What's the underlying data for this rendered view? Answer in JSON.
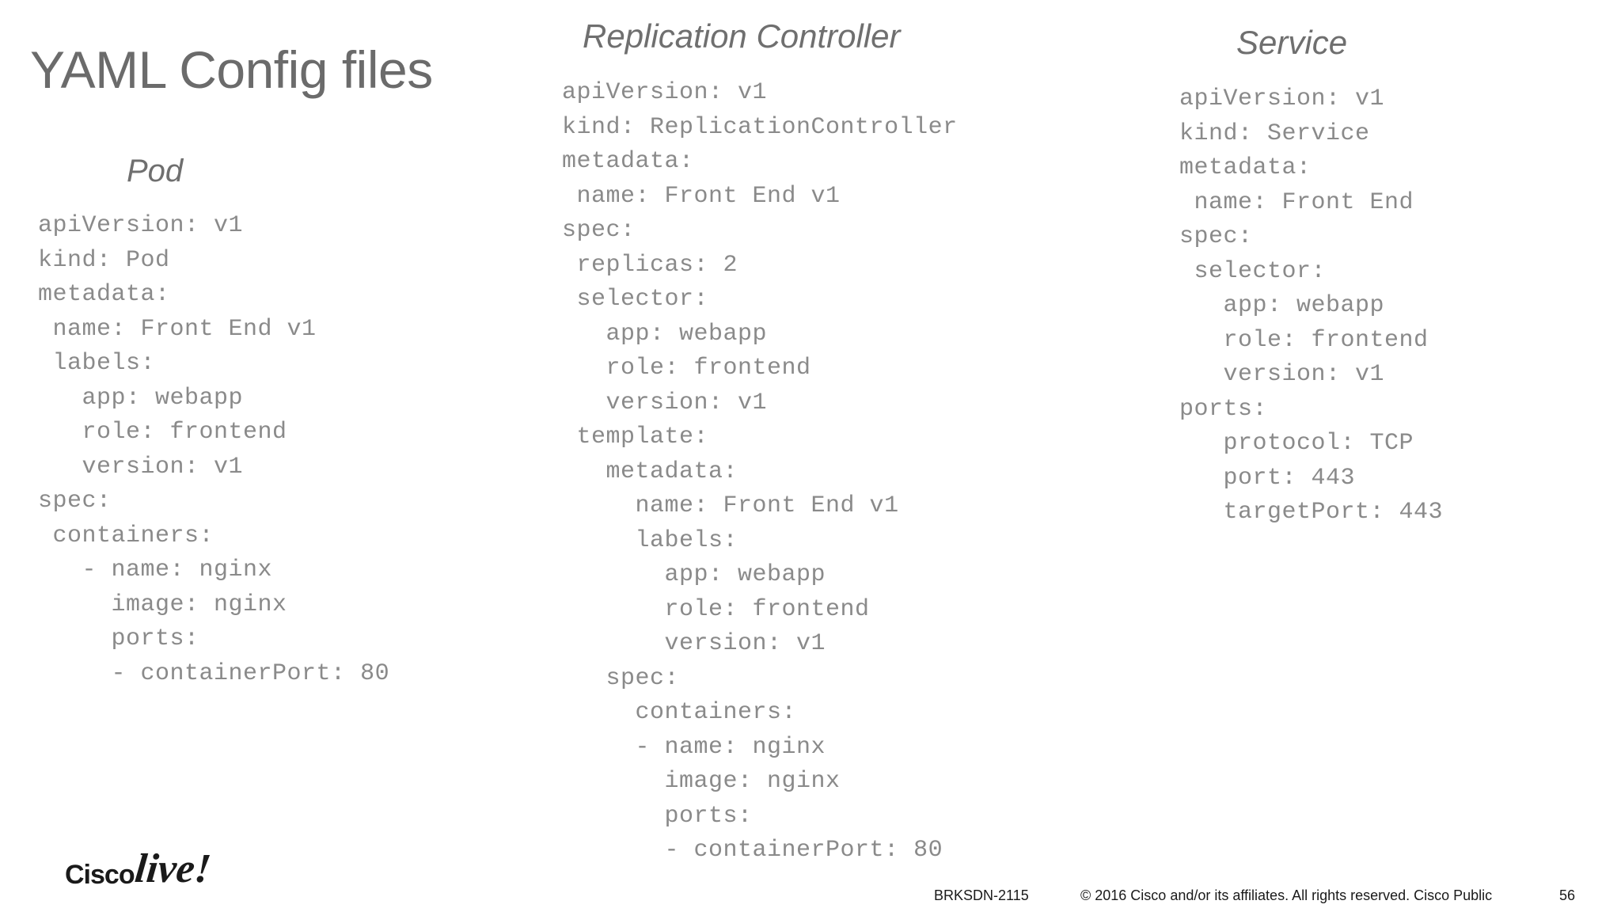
{
  "slide": {
    "title": "YAML Config files",
    "columns": [
      {
        "id": "pod",
        "heading": "Pod",
        "yaml_lines": [
          "apiVersion: v1",
          "kind: Pod",
          "metadata:",
          " name: Front End v1",
          " labels:",
          "   app: webapp",
          "   role: frontend",
          "   version: v1",
          "spec:",
          " containers:",
          "   - name: nginx",
          "     image: nginx",
          "     ports:",
          "     - containerPort: 80"
        ]
      },
      {
        "id": "replication-controller",
        "heading": "Replication Controller",
        "yaml_lines": [
          "apiVersion: v1",
          "kind: ReplicationController",
          "metadata:",
          " name: Front End v1",
          "spec:",
          " replicas: 2",
          " selector:",
          "   app: webapp",
          "   role: frontend",
          "   version: v1",
          " template:",
          "   metadata:",
          "     name: Front End v1",
          "     labels:",
          "       app: webapp",
          "       role: frontend",
          "       version: v1",
          "   spec:",
          "     containers:",
          "     - name: nginx",
          "       image: nginx",
          "       ports:",
          "       - containerPort: 80"
        ]
      },
      {
        "id": "service",
        "heading": "Service",
        "yaml_lines": [
          "apiVersion: v1",
          "kind: Service",
          "metadata:",
          " name: Front End",
          "spec:",
          " selector:",
          "   app: webapp",
          "   role: frontend",
          "   version: v1",
          "ports:",
          "   protocol: TCP",
          "   port: 443",
          "   targetPort: 443"
        ]
      }
    ]
  },
  "branding": {
    "logo_text": "Cisco",
    "logo_script": "live!"
  },
  "footer": {
    "session_id": "BRKSDN-2115",
    "copyright": "© 2016  Cisco and/or its affiliates. All rights reserved.   Cisco Public",
    "page_number": "56"
  },
  "colors": {
    "title": "#6b6b6b",
    "heading": "#6f6f6f",
    "code": "#8a8a8a",
    "footer": "#1a1a1a",
    "background": "#ffffff"
  }
}
